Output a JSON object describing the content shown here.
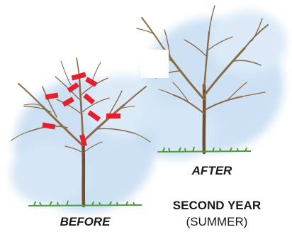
{
  "labels": {
    "after": "AFTER",
    "before": "BEFORE",
    "title": "SECOND YEAR",
    "subtitle": "(SUMMER)"
  },
  "colors": {
    "watercolor_blue": "#c5dcf2",
    "bark": "#8a6a48",
    "bark_dark": "#5b4128",
    "grass": "#4f9a3a",
    "cut_marker": "#e4202f"
  }
}
